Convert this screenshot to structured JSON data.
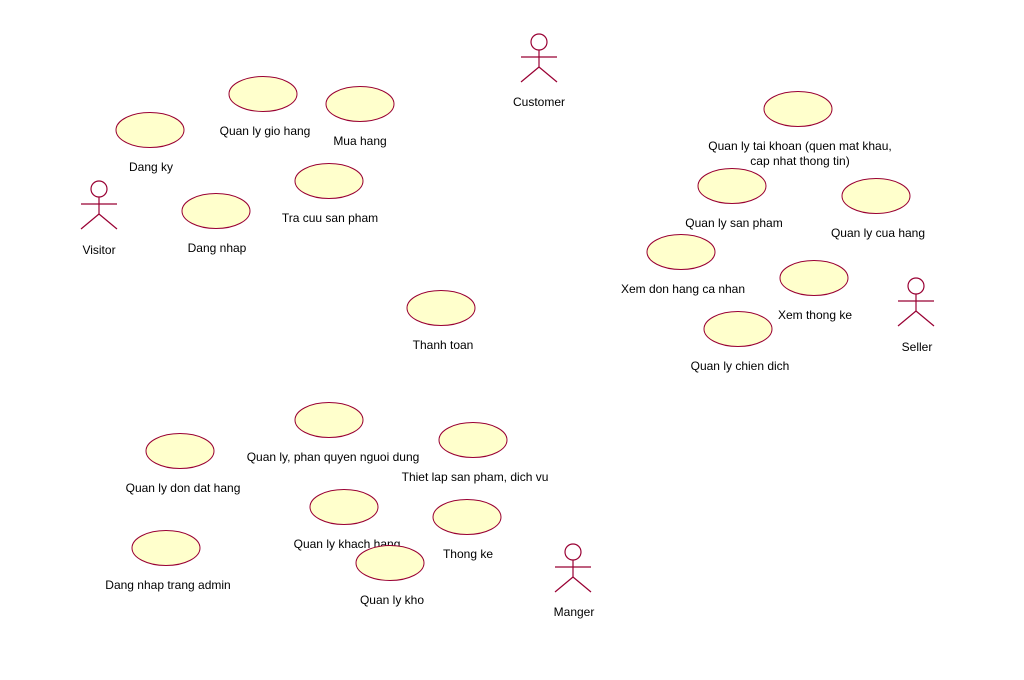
{
  "diagram": {
    "type": "use-case",
    "colors": {
      "use_case_fill": "#ffffcc",
      "outline": "#990033",
      "text": "#000000",
      "background": "#ffffff"
    },
    "actors": [
      {
        "id": "customer",
        "label": "Customer"
      },
      {
        "id": "visitor",
        "label": "Visitor"
      },
      {
        "id": "seller",
        "label": "Seller"
      },
      {
        "id": "manger",
        "label": "Manger"
      }
    ],
    "use_cases": [
      {
        "id": "quan-ly-gio-hang",
        "label": [
          "Quan ly gio hang"
        ]
      },
      {
        "id": "mua-hang",
        "label": [
          "Mua hang"
        ]
      },
      {
        "id": "dang-ky",
        "label": [
          "Dang ky"
        ]
      },
      {
        "id": "tra-cuu-san-pham",
        "label": [
          "Tra cuu san pham"
        ]
      },
      {
        "id": "dang-nhap",
        "label": [
          "Dang nhap"
        ]
      },
      {
        "id": "quan-ly-tai-khoan",
        "label": [
          "Quan ly tai khoan (quen mat khau,",
          "cap nhat thong tin)"
        ]
      },
      {
        "id": "quan-ly-san-pham",
        "label": [
          "Quan ly san pham"
        ]
      },
      {
        "id": "quan-ly-cua-hang",
        "label": [
          "Quan ly cua hang"
        ]
      },
      {
        "id": "xem-don-hang-ca-nhan",
        "label": [
          "Xem don hang ca nhan"
        ]
      },
      {
        "id": "xem-thong-ke",
        "label": [
          "Xem thong ke"
        ]
      },
      {
        "id": "quan-ly-chien-dich",
        "label": [
          "Quan ly chien dich"
        ]
      },
      {
        "id": "thanh-toan",
        "label": [
          "Thanh toan"
        ]
      },
      {
        "id": "quan-ly-phan-quyen",
        "label": [
          "Quan ly, phan quyen nguoi dung"
        ]
      },
      {
        "id": "quan-ly-don-dat-hang",
        "label": [
          "Quan ly don dat hang"
        ]
      },
      {
        "id": "thiet-lap-san-pham",
        "label": [
          "Thiet lap san pham, dich vu"
        ]
      },
      {
        "id": "quan-ly-khach-hang",
        "label": [
          "Quan ly khach hang"
        ]
      },
      {
        "id": "thong-ke",
        "label": [
          "Thong ke"
        ]
      },
      {
        "id": "dang-nhap-trang-admin",
        "label": [
          "Dang nhap trang admin"
        ]
      },
      {
        "id": "quan-ly-kho",
        "label": [
          "Quan ly kho"
        ]
      }
    ]
  }
}
